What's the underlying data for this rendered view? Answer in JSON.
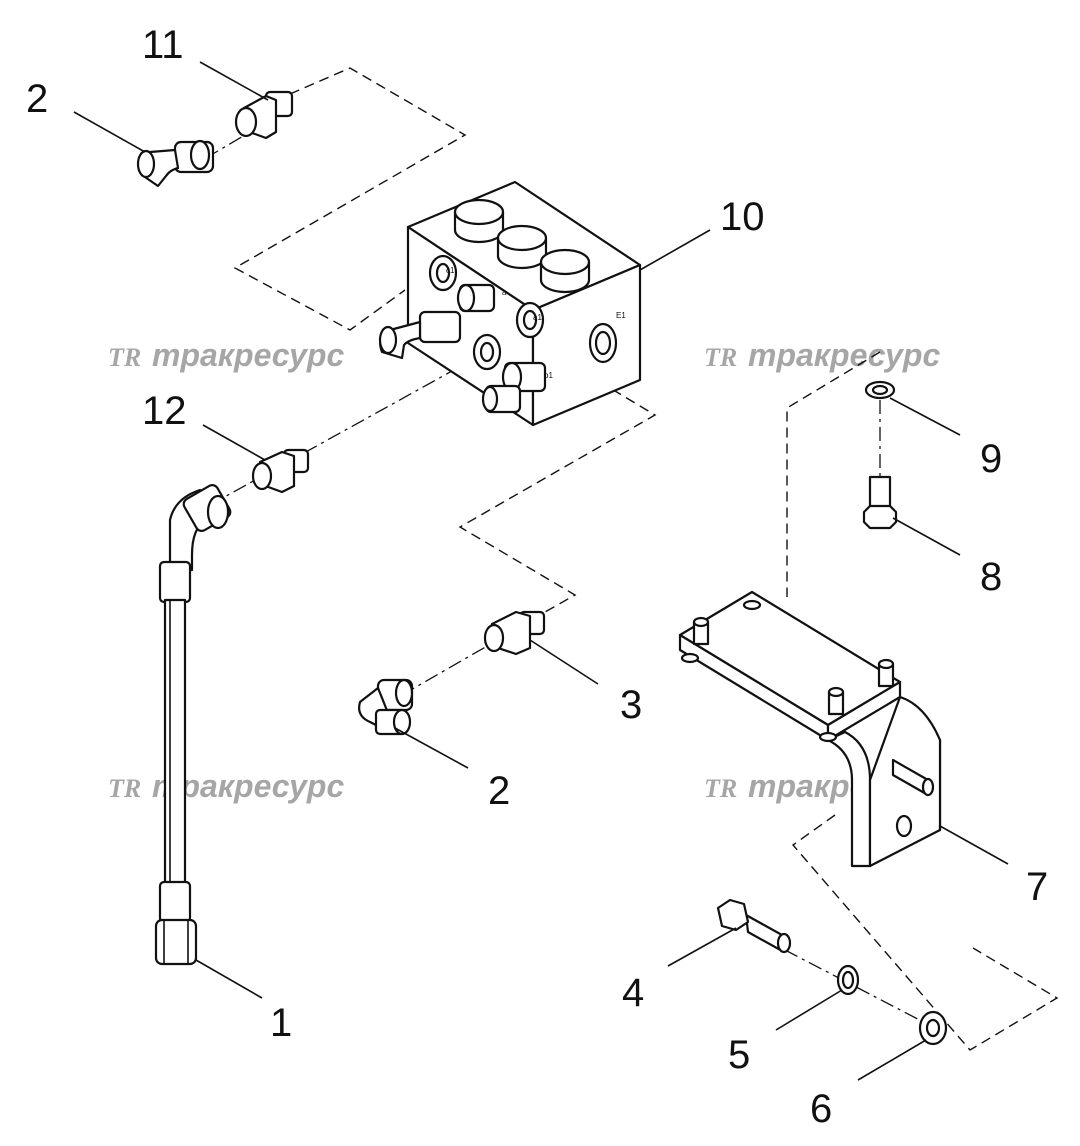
{
  "diagram": {
    "callouts": [
      "1",
      "2",
      "2",
      "3",
      "4",
      "5",
      "6",
      "7",
      "8",
      "9",
      "10",
      "11",
      "12"
    ],
    "port_labels": [
      "c1",
      "a",
      "a1",
      "b1",
      "E1"
    ],
    "watermark": {
      "logo": "TR",
      "text": "тракресурс"
    }
  }
}
